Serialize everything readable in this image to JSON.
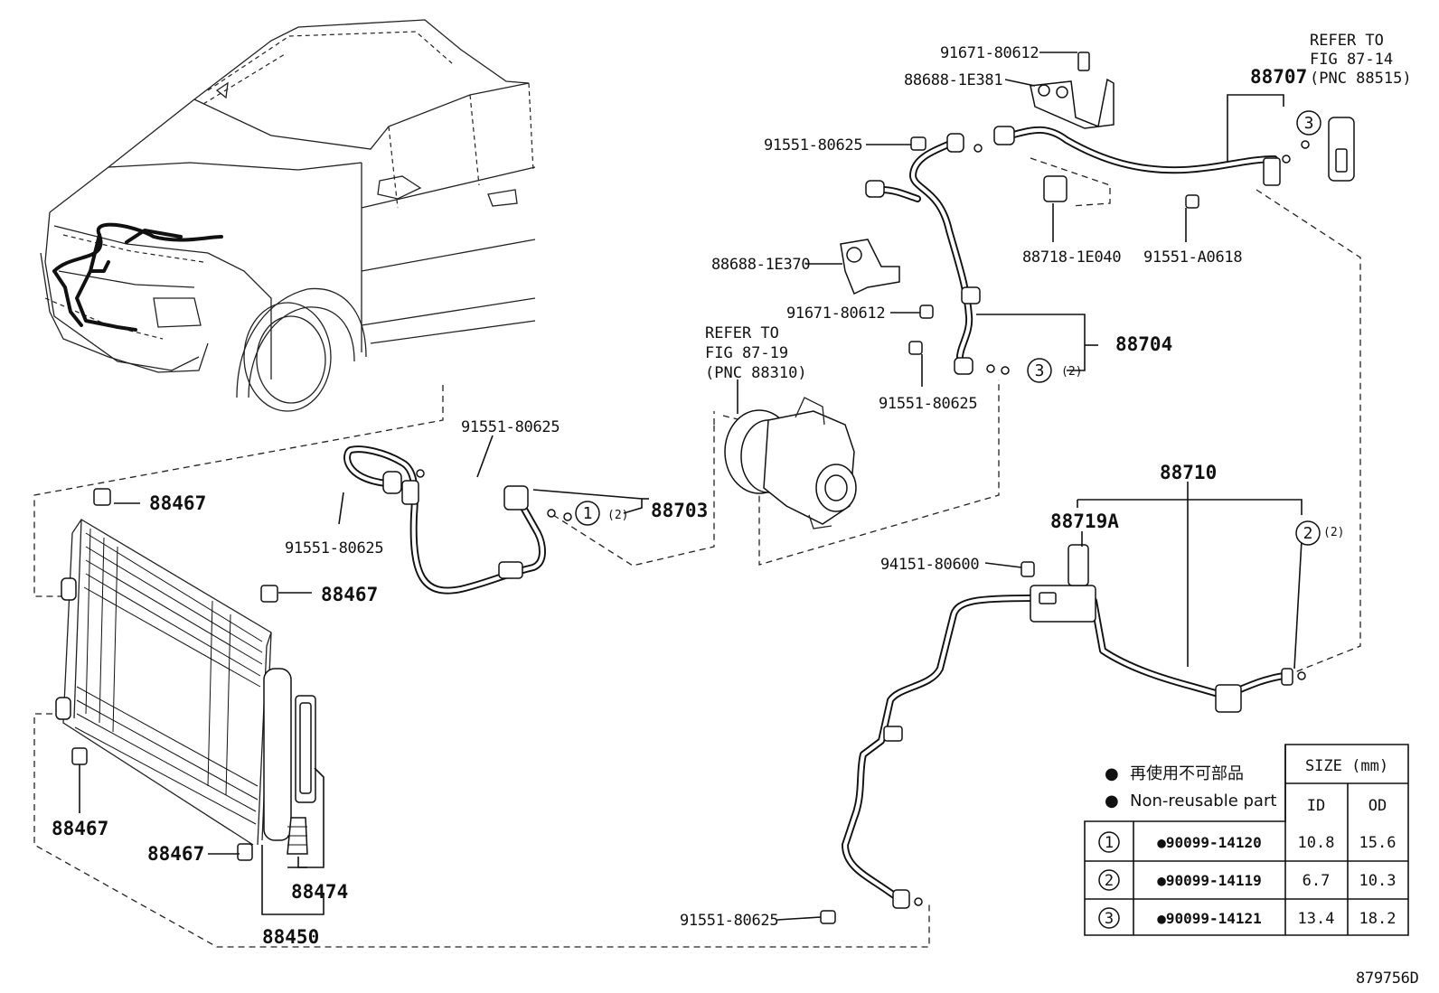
{
  "labels": {
    "p91671_top": "91671-80612",
    "p88688_1E381": "88688-1E381",
    "p91551_top": "91551-80625",
    "p88688_1E370": "88688-1E370",
    "p91671_mid": "91671-80612",
    "p91551_mid": "91551-80625",
    "p88718": "88718-1E040",
    "p91551_A0618": "91551-A0618",
    "p88707": "88707",
    "p88704": "88704",
    "p91551_hose1": "91551-80625",
    "p91551_hose2": "91551-80625",
    "p88703": "88703",
    "p88467_a": "88467",
    "p88467_b": "88467",
    "p88467_c": "88467",
    "p88467_d": "88467",
    "p88474": "88474",
    "p88450": "88450",
    "p88710": "88710",
    "p88719A": "88719A",
    "p94151": "94151-80600",
    "p91551_bottom": "91551-80625",
    "qty2": "(2)",
    "fig_id": "879756D"
  },
  "refs": {
    "fig8714": [
      "REFER TO",
      "FIG 87-14",
      "(PNC 88515)"
    ],
    "fig8719": [
      "REFER TO",
      "FIG 87-19",
      "(PNC 88310)"
    ]
  },
  "circles": {
    "c1": "1",
    "c2": "2",
    "c3": "3"
  },
  "legend": {
    "jp": "再使用不可部品",
    "en": "Non-reusable part",
    "marker": "●"
  },
  "size_table": {
    "title": "SIZE (mm)",
    "col_id": "ID",
    "col_od": "OD",
    "rows": [
      {
        "num": "1",
        "part": "●90099-14120",
        "id": "10.8",
        "od": "15.6"
      },
      {
        "num": "2",
        "part": "●90099-14119",
        "id": "6.7",
        "od": "10.3"
      },
      {
        "num": "3",
        "part": "●90099-14121",
        "id": "13.4",
        "od": "18.2"
      }
    ]
  }
}
